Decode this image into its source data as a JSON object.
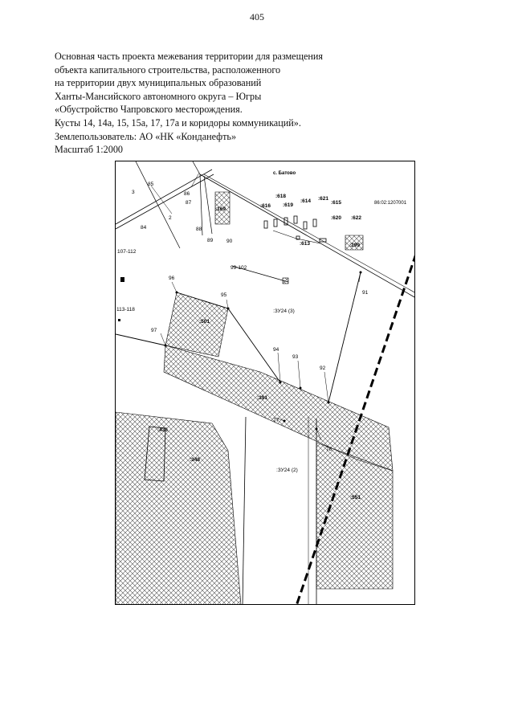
{
  "page": {
    "number": "405"
  },
  "header": {
    "lines": [
      "Основная часть проекта  межевания территории для размещения",
      "объекта капитального строительства, расположенного",
      "на территории двух муниципальных образований",
      " Ханты-Мансийского автономного округа – Югры",
      " «Обустройство Чапровского месторождения.",
      "Кусты 14, 14а, 15, 15а, 17, 17а и коридоры коммуникаций».",
      "Землепользователь: АО «НК «Конданефть»",
      "Масштаб 1:2000"
    ]
  },
  "map": {
    "settlement": "с. Батово",
    "quarter": "86:02:1207001",
    "zones": {
      "zu24_3": ":ЗУ24 (3)",
      "zu24_2": ":ЗУ24 (2)"
    },
    "parcels": {
      "p169": ":169",
      "p299": ":299",
      "p501": ":501",
      "p391": ":391",
      "p436": ":436",
      "p348": ":348",
      "p551": ":551",
      "p613": ":613",
      "p614": ":614",
      "p615": ":615",
      "p616": ":616",
      "p618": ":618",
      "p619": ":619",
      "p620": ":620",
      "p621": ":621",
      "p622": ":622"
    },
    "points": {
      "n2": "2",
      "n3": "3",
      "n84": "84",
      "n85": "85",
      "n86": "86",
      "n87": "87",
      "n88": "88",
      "n89": "89",
      "n90": "90",
      "n91": "91",
      "n92": "92",
      "n93": "93",
      "n94": "94",
      "n95": "95",
      "n96": "96",
      "n97": "97",
      "n77": "77",
      "n78": "78",
      "r107": "107-112",
      "r113": "113-118",
      "r99": "99-102"
    },
    "colors": {
      "line": "#000000",
      "hatch": "#555555",
      "background": "#ffffff"
    }
  }
}
